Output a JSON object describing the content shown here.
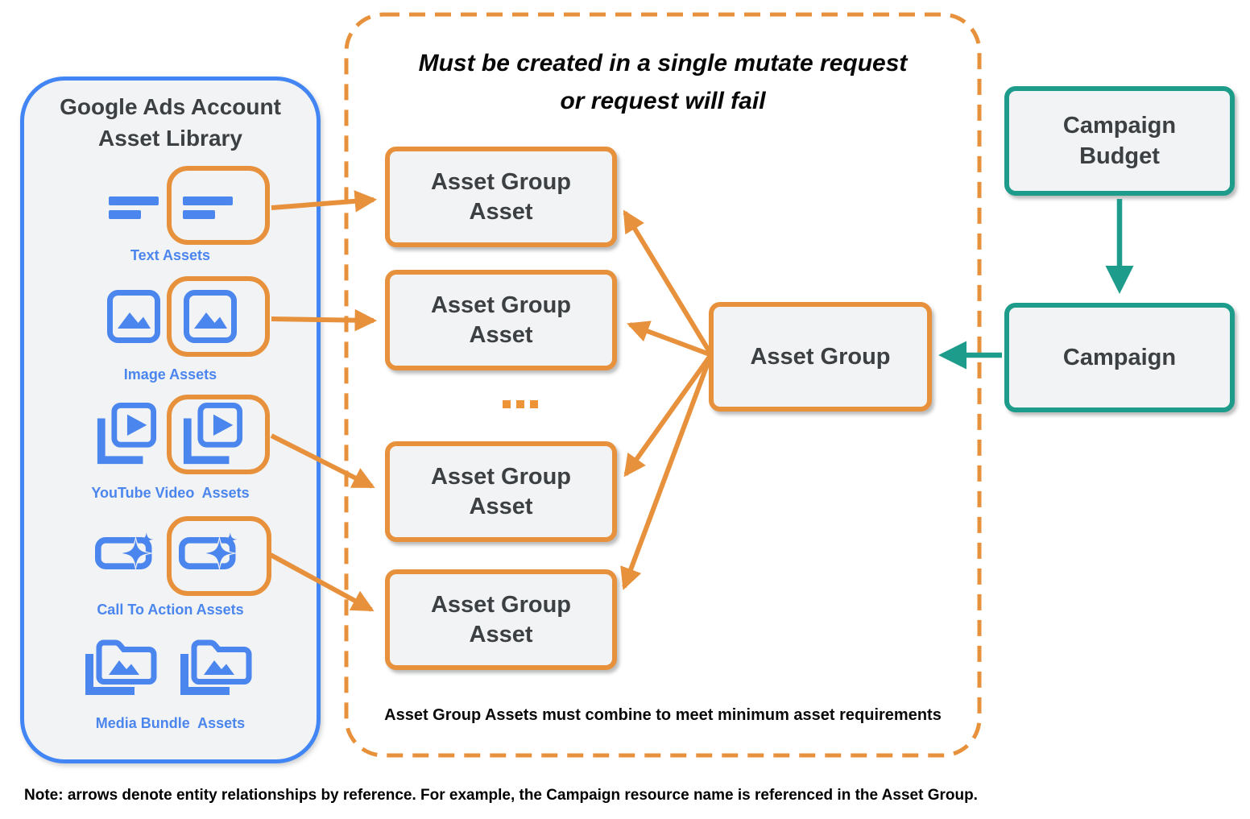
{
  "colors": {
    "blue_border": "#4285F4",
    "icon_blue": "#4b85ee",
    "orange": "#E8913C",
    "teal": "#1E9C8B",
    "box_fill": "#F1F3F4",
    "dark_text": "#3C4043"
  },
  "library": {
    "title_line1": "Google Ads Account",
    "title_line2": "Asset Library",
    "items": [
      {
        "label": "Text Assets",
        "icon": "text-lines-icon"
      },
      {
        "label": "Image Assets",
        "icon": "image-icon"
      },
      {
        "label": "YouTube Video  Assets",
        "icon": "video-stack-icon"
      },
      {
        "label": "Call To Action Assets",
        "icon": "cta-sparkle-button-icon"
      },
      {
        "label": "Media Bundle  Assets",
        "icon": "media-bundle-folder-icon"
      }
    ]
  },
  "mutate_group": {
    "title_line1": "Must be created in a single mutate request",
    "title_line2": "or request will fail",
    "asset_box": {
      "line1": "Asset Group",
      "line2": "Asset"
    },
    "ellipsis": "...",
    "footnote": "Asset Group Assets must combine to meet minimum asset requirements"
  },
  "entities": {
    "asset_group": "Asset Group",
    "campaign_budget_line1": "Campaign",
    "campaign_budget_line2": "Budget",
    "campaign": "Campaign"
  },
  "note": "Note: arrows denote entity relationships by reference. For example, the Campaign resource name is referenced in the Asset Group."
}
